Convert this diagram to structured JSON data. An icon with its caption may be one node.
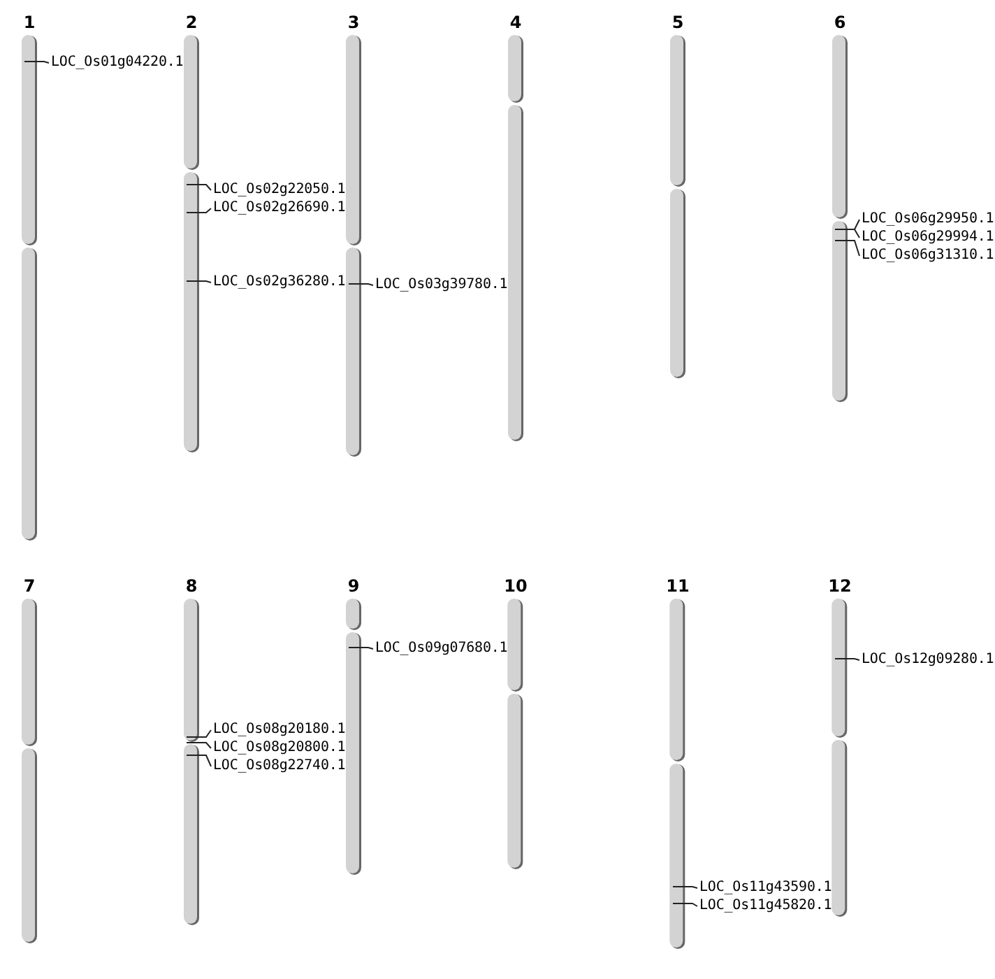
{
  "diagram": {
    "nodes": [
      {
        "text": [
          "1"
        ]
      },
      {
        "text": [
          "2"
        ]
      },
      {
        "text": [
          "3"
        ]
      },
      {
        "text": [
          "4"
        ]
      },
      {
        "text": [
          "5"
        ]
      },
      {
        "text": [
          "6"
        ]
      },
      {
        "text": [
          "7"
        ]
      },
      {
        "text": [
          "8"
        ]
      },
      {
        "text": [
          "9"
        ]
      },
      {
        "text": [
          "10"
        ]
      },
      {
        "text": [
          "11"
        ]
      },
      {
        "text": [
          "12"
        ]
      },
      {
        "text": [
          "LOC_Os01g04220.1"
        ]
      },
      {
        "text": [
          "LOC_Os02g22050.1"
        ]
      },
      {
        "text": [
          "LOC_Os02g26690.1"
        ]
      },
      {
        "text": [
          "LOC_Os02g36280.1"
        ]
      },
      {
        "text": [
          "LOC_Os03g39780.1"
        ]
      },
      {
        "text": [
          "LOC_Os06g29950.1"
        ]
      },
      {
        "text": [
          "LOC_Os06g29994.1"
        ]
      },
      {
        "text": [
          "LOC_Os06g31310.1"
        ]
      },
      {
        "text": [
          "LOC_Os08g20180.1"
        ]
      },
      {
        "text": [
          "LOC_Os08g20800.1"
        ]
      },
      {
        "text": [
          "LOC_Os08g22740.1"
        ]
      },
      {
        "text": [
          "LOC_Os09g07680.1"
        ]
      },
      {
        "text": [
          "LOC_Os11g43590.1"
        ]
      },
      {
        "text": [
          "LOC_Os11g45820.1"
        ]
      },
      {
        "text": [
          "LOC_Os12g09280.1"
        ]
      }
    ],
    "edges": [
      {
        "from": 12,
        "to": 0,
        "arrow": "none"
      },
      {
        "from": 13,
        "to": 1,
        "arrow": "none"
      },
      {
        "from": 14,
        "to": 1,
        "arrow": "none"
      },
      {
        "from": 15,
        "to": 1,
        "arrow": "none"
      },
      {
        "from": 16,
        "to": 2,
        "arrow": "none"
      },
      {
        "from": 17,
        "to": 5,
        "arrow": "none"
      },
      {
        "from": 18,
        "to": 5,
        "arrow": "none"
      },
      {
        "from": 19,
        "to": 5,
        "arrow": "none"
      },
      {
        "from": 20,
        "to": 7,
        "arrow": "none"
      },
      {
        "from": 21,
        "to": 7,
        "arrow": "none"
      },
      {
        "from": 22,
        "to": 7,
        "arrow": "none"
      },
      {
        "from": 23,
        "to": 8,
        "arrow": "none"
      },
      {
        "from": 24,
        "to": 10,
        "arrow": "none"
      },
      {
        "from": 25,
        "to": 10,
        "arrow": "none"
      },
      {
        "from": 26,
        "to": 11,
        "arrow": "none"
      }
    ]
  }
}
